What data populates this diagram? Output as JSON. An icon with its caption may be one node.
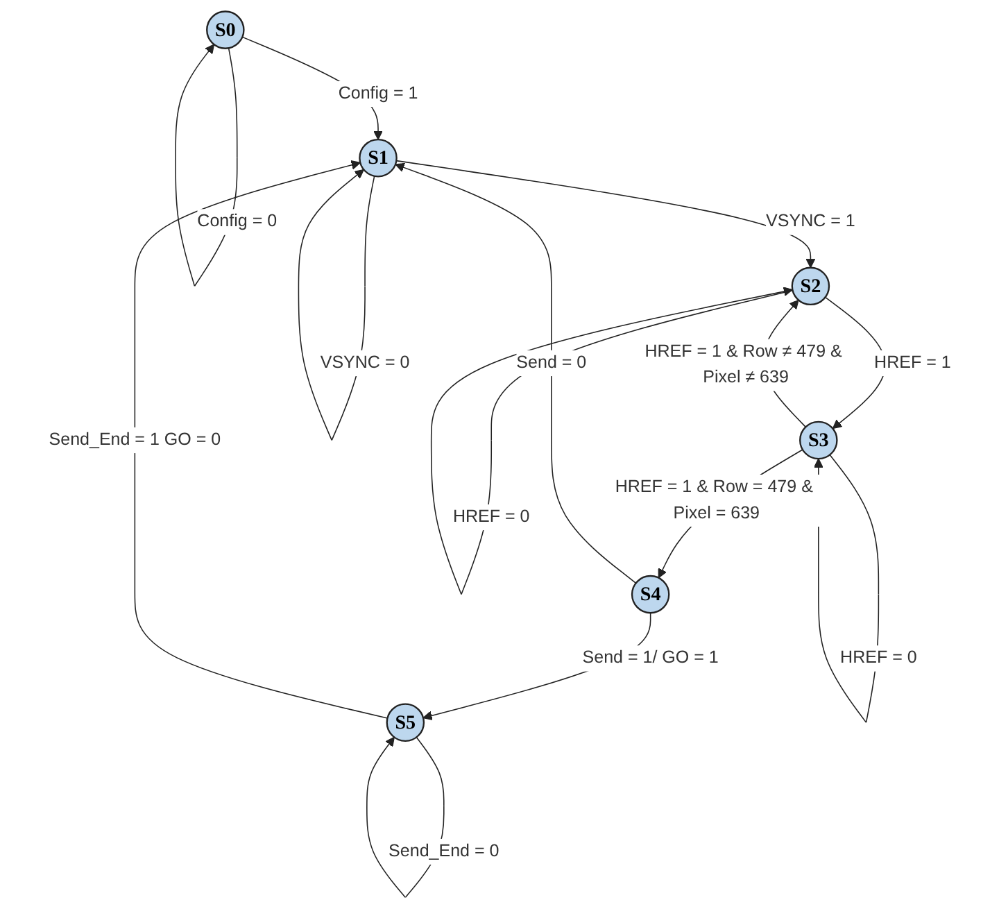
{
  "diagram": {
    "nodes": [
      {
        "text": [
          "S0"
        ]
      },
      {
        "text": [
          "S1"
        ]
      },
      {
        "text": [
          "S2"
        ]
      },
      {
        "text": [
          "S3"
        ]
      },
      {
        "text": [
          "S4"
        ]
      },
      {
        "text": [
          "S5"
        ]
      }
    ],
    "edges": [
      {
        "from": 0,
        "to": 0,
        "arrow": "to",
        "label": "Config = 0"
      },
      {
        "from": 0,
        "to": 1,
        "arrow": "to",
        "label": "Config = 1"
      },
      {
        "from": 1,
        "to": 1,
        "arrow": "to",
        "label": "VSYNC = 0"
      },
      {
        "from": 1,
        "to": 2,
        "arrow": "to",
        "label": "VSYNC = 1"
      },
      {
        "from": 2,
        "to": 2,
        "arrow": "to",
        "label": "HREF = 0"
      },
      {
        "from": 2,
        "to": 3,
        "arrow": "to",
        "label": "HREF = 1"
      },
      {
        "from": 3,
        "to": 2,
        "arrow": "to",
        "label": "HREF = 1 & Row ≠ 479 & Pixel ≠ 639"
      },
      {
        "from": 3,
        "to": 3,
        "arrow": "to",
        "label": "HREF = 0"
      },
      {
        "from": 3,
        "to": 4,
        "arrow": "to",
        "label": "HREF = 1 & Row = 479 & Pixel = 639"
      },
      {
        "from": 4,
        "to": 1,
        "arrow": "to",
        "label": "Send = 0"
      },
      {
        "from": 4,
        "to": 5,
        "arrow": "to",
        "label": "Send = 1/ GO = 1"
      },
      {
        "from": 5,
        "to": 5,
        "arrow": "to",
        "label": "Send_End = 0"
      },
      {
        "from": 5,
        "to": 1,
        "arrow": "to",
        "label": "Send_End = 1 GO = 0"
      }
    ]
  }
}
